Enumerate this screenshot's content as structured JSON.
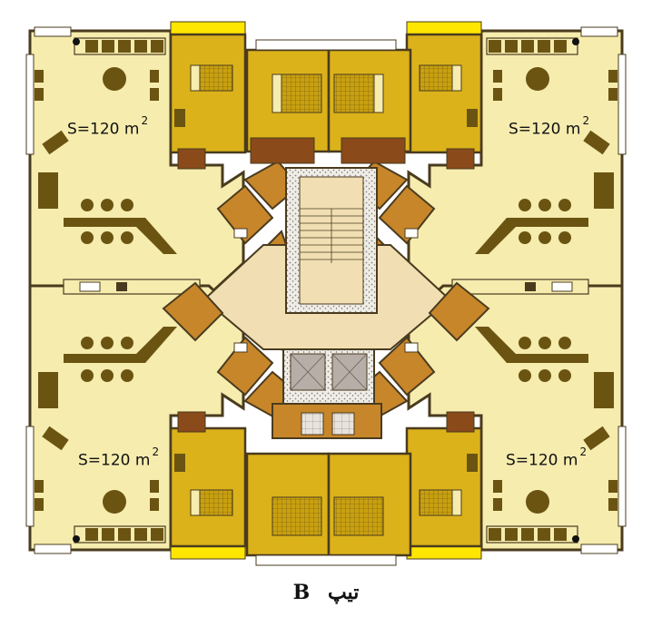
{
  "units": [
    {
      "id": "nw",
      "area_prefix": "S=120 m",
      "area_exp": "2"
    },
    {
      "id": "ne",
      "area_prefix": "S=120 m",
      "area_exp": "2"
    },
    {
      "id": "sw",
      "area_prefix": "S=120 m",
      "area_exp": "2"
    },
    {
      "id": "se",
      "area_prefix": "S=120 m",
      "area_exp": "2"
    }
  ],
  "caption": {
    "letter": "B",
    "word": "تیپ"
  },
  "colors": {
    "living": "#f5ecae",
    "bedroom": "#dbb21a",
    "bedroom_floor": "#c8a010",
    "wet": "#c8862a",
    "hall": "#f1dfb3",
    "balcony_strip": "#ffe600",
    "wall": "#4a3b1f",
    "furniture": "#6b5412",
    "core_grey": "#b8aea8",
    "exterior_wall": "#ffffff"
  },
  "icons": [
    "bed-icon",
    "sofa-icon",
    "dining-table-icon",
    "stove-icon",
    "sink-icon",
    "toilet-icon",
    "stair-icon",
    "elevator-icon",
    "plant-icon"
  ]
}
